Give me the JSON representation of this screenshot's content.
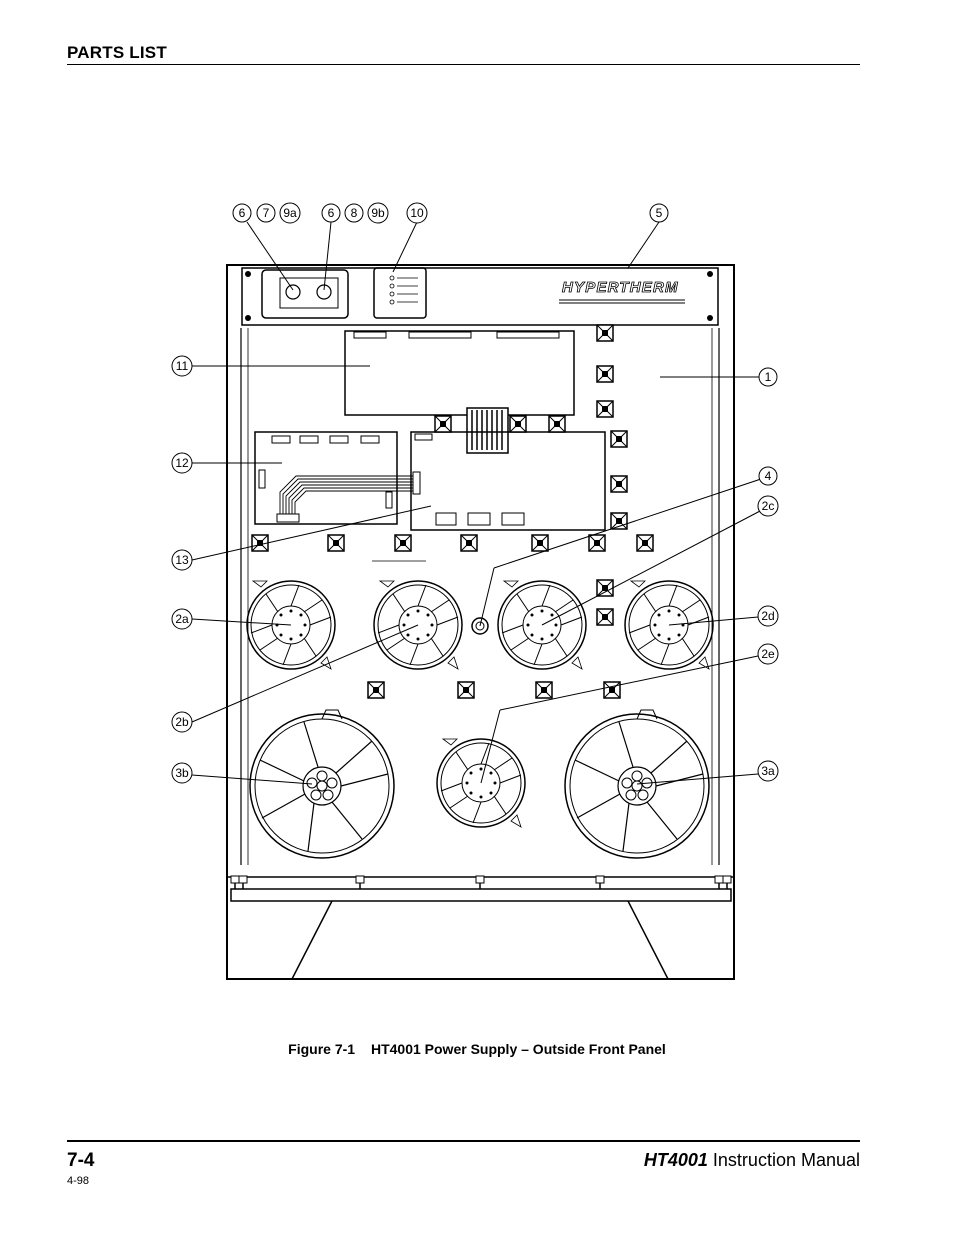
{
  "header": {
    "section_title": "PARTS LIST"
  },
  "figure": {
    "caption_number": "Figure 7-1",
    "caption_text": "HT4001 Power Supply – Outside Front Panel",
    "logo_text": "HYPERTHERM",
    "callouts": {
      "c6a": "6",
      "c7": "7",
      "c9a": "9a",
      "c6b": "6",
      "c8": "8",
      "c9b": "9b",
      "c10": "10",
      "c5": "5",
      "c11": "11",
      "c1": "1",
      "c12": "12",
      "c4": "4",
      "c2c": "2c",
      "c13": "13",
      "c2a": "2a",
      "c2d": "2d",
      "c2e": "2e",
      "c2b": "2b",
      "c3b": "3b",
      "c3a": "3a"
    }
  },
  "footer": {
    "page_number": "7-4",
    "date": "4-98",
    "manual_model": "HT4001",
    "manual_suffix": "Instruction Manual"
  }
}
